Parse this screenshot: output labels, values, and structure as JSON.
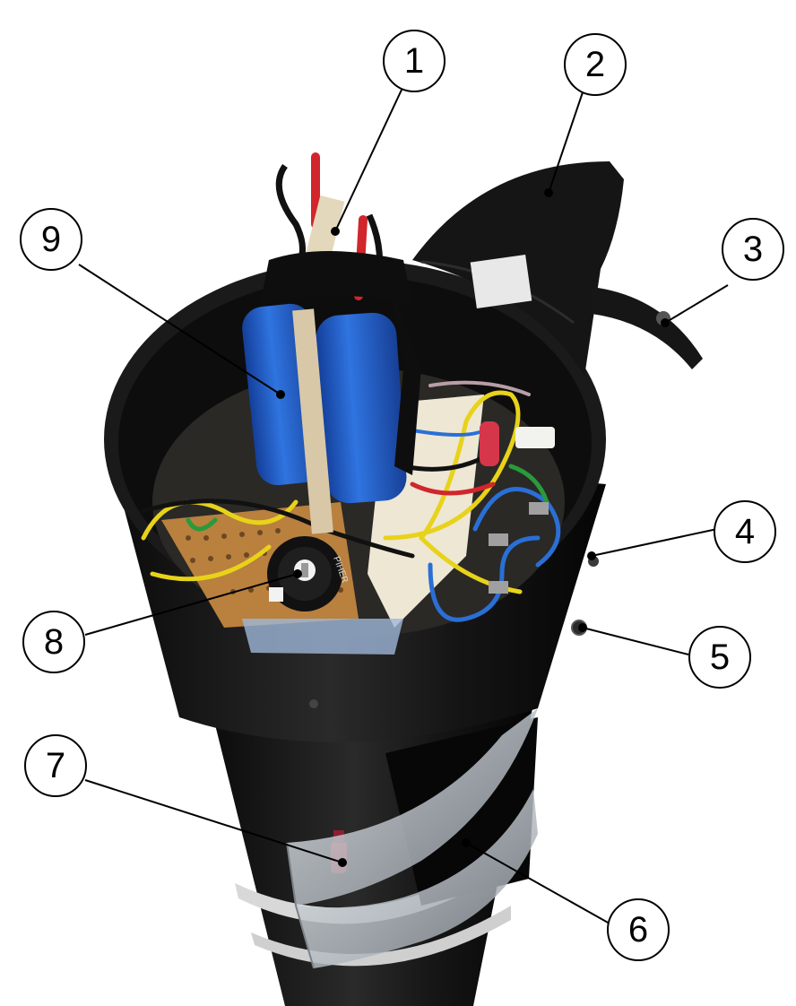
{
  "figure": {
    "callouts": [
      {
        "id": "1",
        "label": "1"
      },
      {
        "id": "2",
        "label": "2"
      },
      {
        "id": "3",
        "label": "3"
      },
      {
        "id": "4",
        "label": "4"
      },
      {
        "id": "5",
        "label": "5"
      },
      {
        "id": "6",
        "label": "6"
      },
      {
        "id": "7",
        "label": "7"
      },
      {
        "id": "8",
        "label": "8"
      },
      {
        "id": "9",
        "label": "9"
      }
    ],
    "trimmer_text": "PIHER",
    "colors": {
      "housing": "#141414",
      "battery": "#1f5fd0",
      "wire_red": "#d0262c",
      "wire_yellow": "#e8d21a",
      "wire_blue": "#2a6fd6",
      "wire_green": "#2a9a3a",
      "board": "#b9803e",
      "plastic": "#bcc5cc"
    }
  }
}
